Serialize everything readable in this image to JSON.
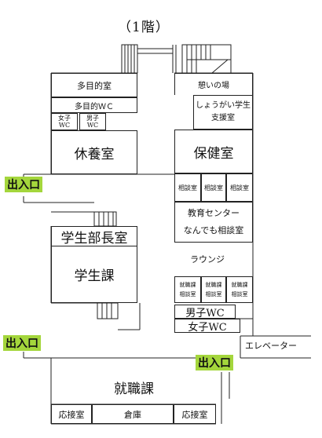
{
  "title": "（1階）",
  "rooms": {
    "multipurpose": "多目的室",
    "multipurpose_wc": "多目的ＷＣ",
    "womens_wc_small_l1": "女子",
    "womens_wc_small_l2": "WC",
    "mens_wc_small_l1": "男子",
    "mens_wc_small_l2": "WC",
    "rest_room": "休養室",
    "lounge_ikoi": "憩いの場",
    "disability_support_l1": "しょうがい学生",
    "disability_support_l2": "支援室",
    "health_room": "保健室",
    "consult_1": "相談室",
    "consult_2": "相談室",
    "consult_3": "相談室",
    "edu_center_l1": "教育センター",
    "edu_center_l2": "なんでも相談室",
    "student_dean": "学生部長室",
    "student_affairs": "学生課",
    "lounge": "ラウンジ",
    "career_consult_1_l1": "就職課",
    "career_consult_1_l2": "相談室",
    "career_consult_2_l1": "就職課",
    "career_consult_2_l2": "相談室",
    "career_consult_3_l1": "就職課",
    "career_consult_3_l2": "相談室",
    "mens_wc": "男子WC",
    "womens_wc": "女子WC",
    "elevator": "エレベーター",
    "career_office": "就職課",
    "reception_1": "応接室",
    "storage": "倉庫",
    "reception_2": "応接室"
  },
  "exits": {
    "exit_left_upper": "出入口",
    "exit_left_lower": "出入口",
    "exit_bottom_right": "出入口"
  },
  "colors": {
    "exit_highlight": "#a4d63c",
    "wall": "#222222"
  }
}
